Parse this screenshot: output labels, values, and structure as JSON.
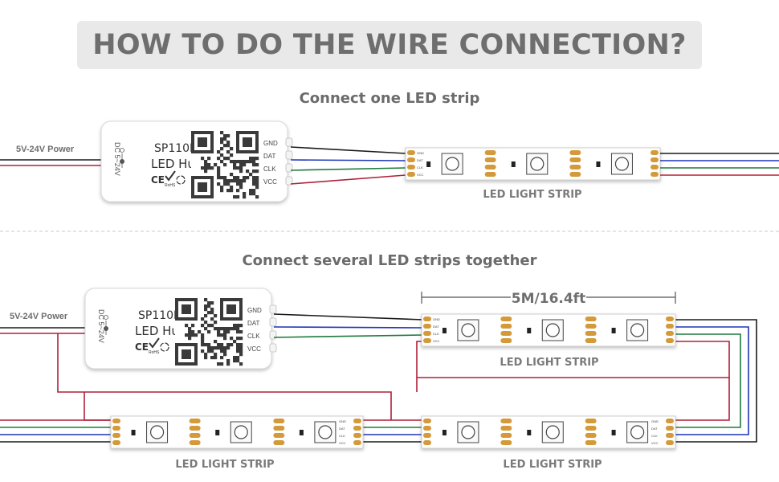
{
  "title": "HOW TO DO THE WIRE CONNECTION?",
  "section_one": {
    "heading": "Connect one LED strip",
    "power_label": "5V-24V Power",
    "strip_label": "LED LIGHT STRIP"
  },
  "section_two": {
    "heading": "Connect several LED strips together",
    "power_label": "5V-24V Power",
    "length_label": "5M/16.4ft",
    "strip_label": "LED LIGHT STRIP"
  },
  "controller": {
    "model": "SP110E",
    "name": "LED Hue",
    "voltage": "DC 5~24V",
    "ce_mark": "CE",
    "rohs_mark": "RoHS",
    "pins": [
      "GND",
      "DAT",
      "CLK",
      "VCC"
    ]
  },
  "colors": {
    "gnd": "#1a1a1a",
    "dat": "#1f35b8",
    "clk": "#1e7a3e",
    "vcc": "#b0203a",
    "pad": "#d49a3a",
    "text_gray": "#6e6e6e"
  }
}
